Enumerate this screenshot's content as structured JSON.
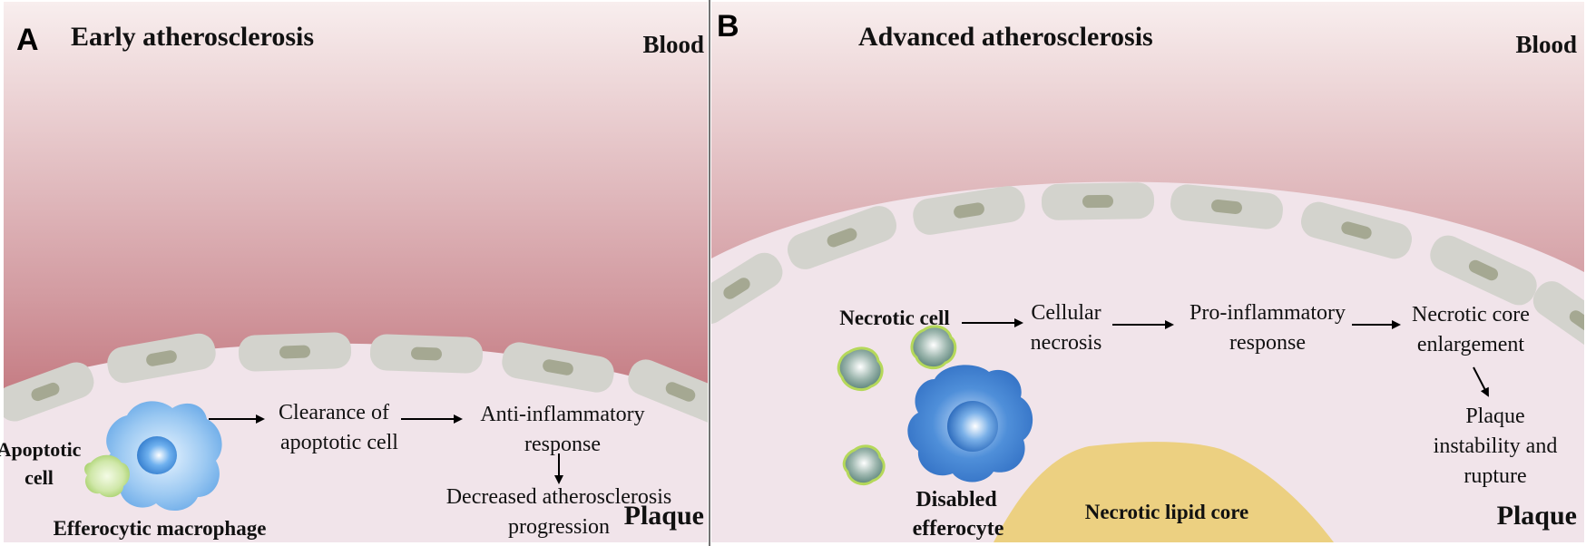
{
  "panel_a": {
    "letter": "A",
    "title": "Early atherosclerosis",
    "blood_label": "Blood",
    "plaque_label": "Plaque",
    "apoptotic_line1": "Apoptotic",
    "apoptotic_line2": "cell",
    "macrophage_label": "Efferocytic macrophage",
    "step1_line1": "Clearance of",
    "step1_line2": "apoptotic cell",
    "step2_line1": "Anti-inflammatory",
    "step2_line2": "response",
    "step3_line1": "Decreased atherosclerosis",
    "step3_line2": "progression"
  },
  "panel_b": {
    "letter": "B",
    "title": "Advanced atherosclerosis",
    "blood_label": "Blood",
    "plaque_label": "Plaque",
    "necrotic_cell_label": "Necrotic cell",
    "efferocyte_line1": "Disabled",
    "efferocyte_line2": "efferocyte",
    "core_label": "Necrotic lipid core",
    "step1_line1": "Cellular",
    "step1_line2": "necrosis",
    "step2_line1": "Pro-inflammatory",
    "step2_line2": "response",
    "step3_line1": "Necrotic core",
    "step3_line2": "enlargement",
    "step4_line1": "Plaque",
    "step4_line2": "instability and",
    "step4_line3": "rupture"
  },
  "colors": {
    "blood_top": "#f7ecec",
    "blood_bottom": "#b4545b",
    "plaque": "#f1e4ea",
    "endothelium": "#d3d3cd",
    "nucleus": "#a5a892",
    "macrophage": "#4d8fd4",
    "apoptotic": "#a9d36b",
    "lipid_core": "#ecd081"
  }
}
